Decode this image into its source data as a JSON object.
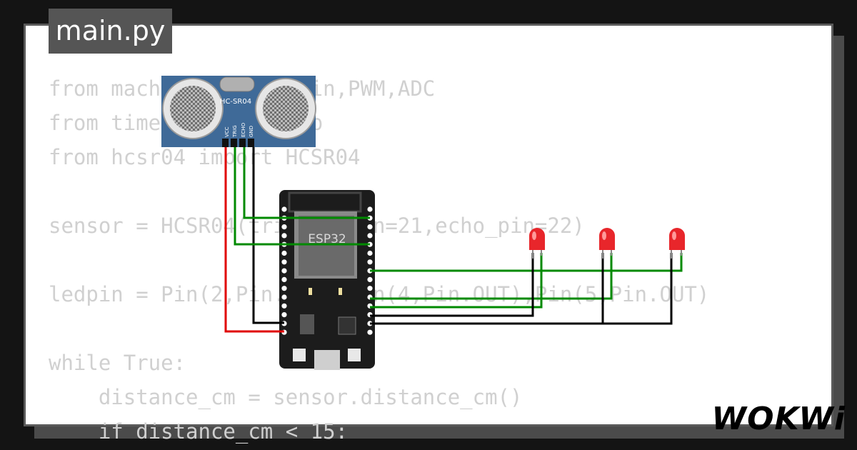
{
  "tab": {
    "filename": "main.py"
  },
  "code_lines": [
    "from machine import Pin,PWM,ADC",
    "from time import sleep",
    "from hcsr04 import HCSR04",
    "",
    "sensor = HCSR04(trigger_pin=21,echo_pin=22)",
    "",
    "ledpin = Pin(2,Pin.OUT),Pin(4,Pin.OUT),Pin(5,Pin.OUT)",
    "",
    "while True:",
    "    distance_cm = sensor.distance_cm()",
    "    if distance_cm < 15:"
  ],
  "sensor": {
    "label": "HC-SR04",
    "pins": [
      "VCC",
      "TRIG",
      "ECHO",
      "GND"
    ]
  },
  "esp32": {
    "label": "ESP32"
  },
  "logo": {
    "text": "WOKWi"
  },
  "colors": {
    "wire_power": "#e00000",
    "wire_signal": "#008a00",
    "wire_ground": "#000000",
    "led": "#e8262b",
    "sensor_board": "#3f6a98",
    "esp_board": "#1c1c1c"
  }
}
